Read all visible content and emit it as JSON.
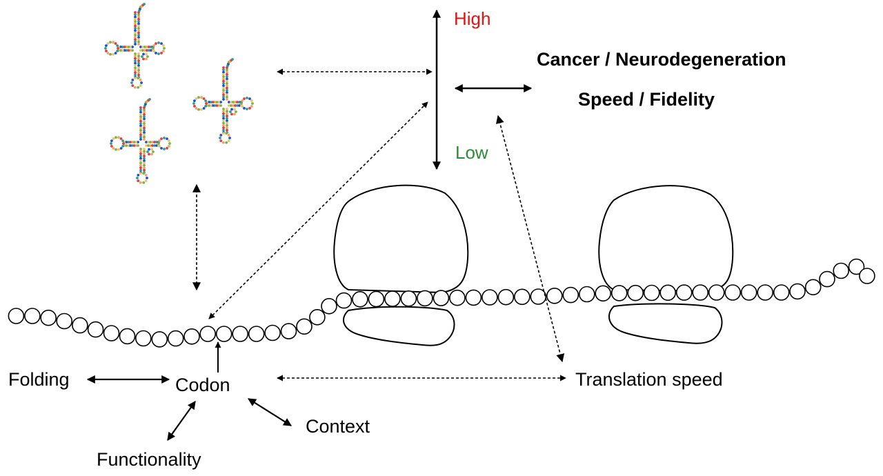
{
  "labels": {
    "high": "High",
    "low": "Low",
    "disease": "Cancer / Neurodegeneration",
    "speed_fidelity": "Speed / Fidelity",
    "folding": "Folding",
    "codon": "Codon",
    "translation_speed": "Translation speed",
    "context": "Context",
    "functionality": "Functionality"
  },
  "colors": {
    "high": "#e3140f",
    "low": "#2e8b3a",
    "line": "#000000",
    "trna_nucleotides": [
      "#e63946",
      "#2a9d8f",
      "#1d4ed8",
      "#e9c46a",
      "#7cb342",
      "#f4a261"
    ]
  }
}
